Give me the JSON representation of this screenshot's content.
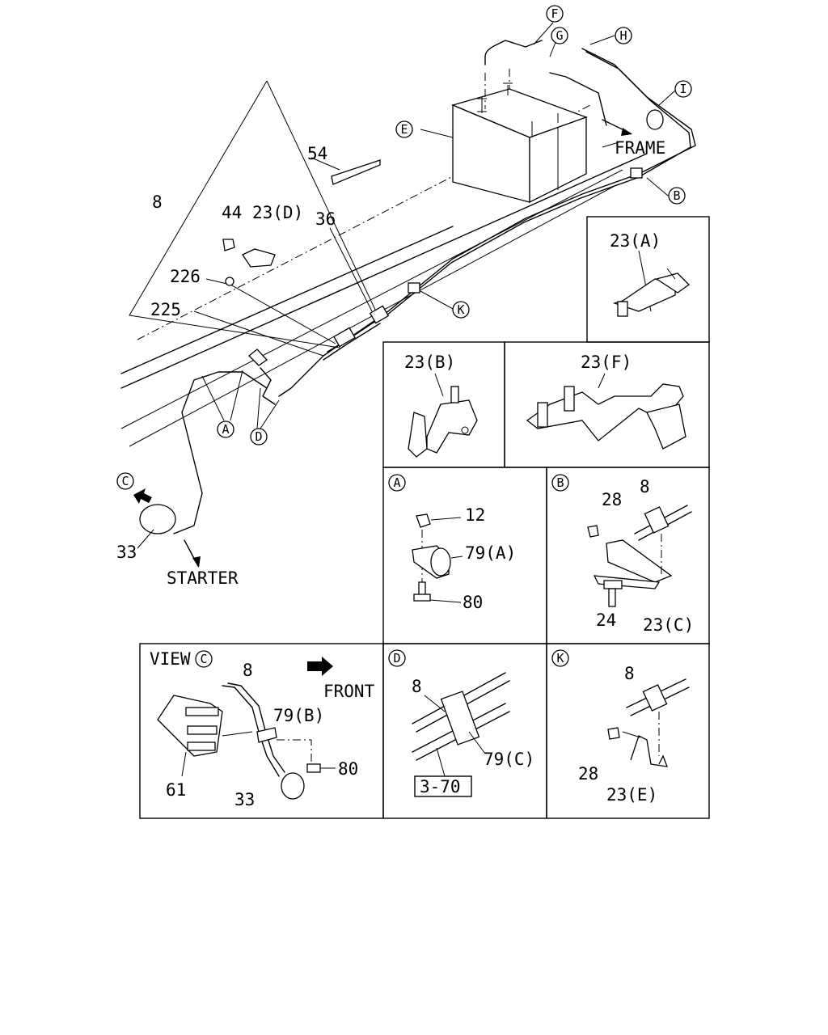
{
  "main": {
    "labels": {
      "frame": "FRAME",
      "starter": "STARTER",
      "p8": "8",
      "p54": "54",
      "p36": "36",
      "p44": "44",
      "p23d": "23(D)",
      "p226": "226",
      "p225": "225",
      "p33": "33",
      "callout_E": "E",
      "callout_F": "F",
      "callout_G": "G",
      "callout_H": "H",
      "callout_I": "I",
      "callout_B": "B",
      "callout_K": "K",
      "callout_A": "A",
      "callout_D": "D",
      "callout_C": "C"
    }
  },
  "detail_23A": {
    "label": "23(A)"
  },
  "detail_23B": {
    "label": "23(B)"
  },
  "detail_23F": {
    "label": "23(F)"
  },
  "detail_A": {
    "title": "A",
    "p12": "12",
    "p79a": "79(A)",
    "p80": "80"
  },
  "detail_B": {
    "title": "B",
    "p28": "28",
    "p8": "8",
    "p24": "24",
    "p23c": "23(C)"
  },
  "view_C": {
    "title": "VIEW",
    "marker": "C",
    "p8": "8",
    "front": "FRONT",
    "p79b": "79(B)",
    "p80": "80",
    "p61": "61",
    "p33": "33"
  },
  "detail_D": {
    "title": "D",
    "p8": "8",
    "p79c": "79(C)",
    "ref": "3-70"
  },
  "detail_K": {
    "title": "K",
    "p8": "8",
    "p28": "28",
    "p23e": "23(E)"
  }
}
